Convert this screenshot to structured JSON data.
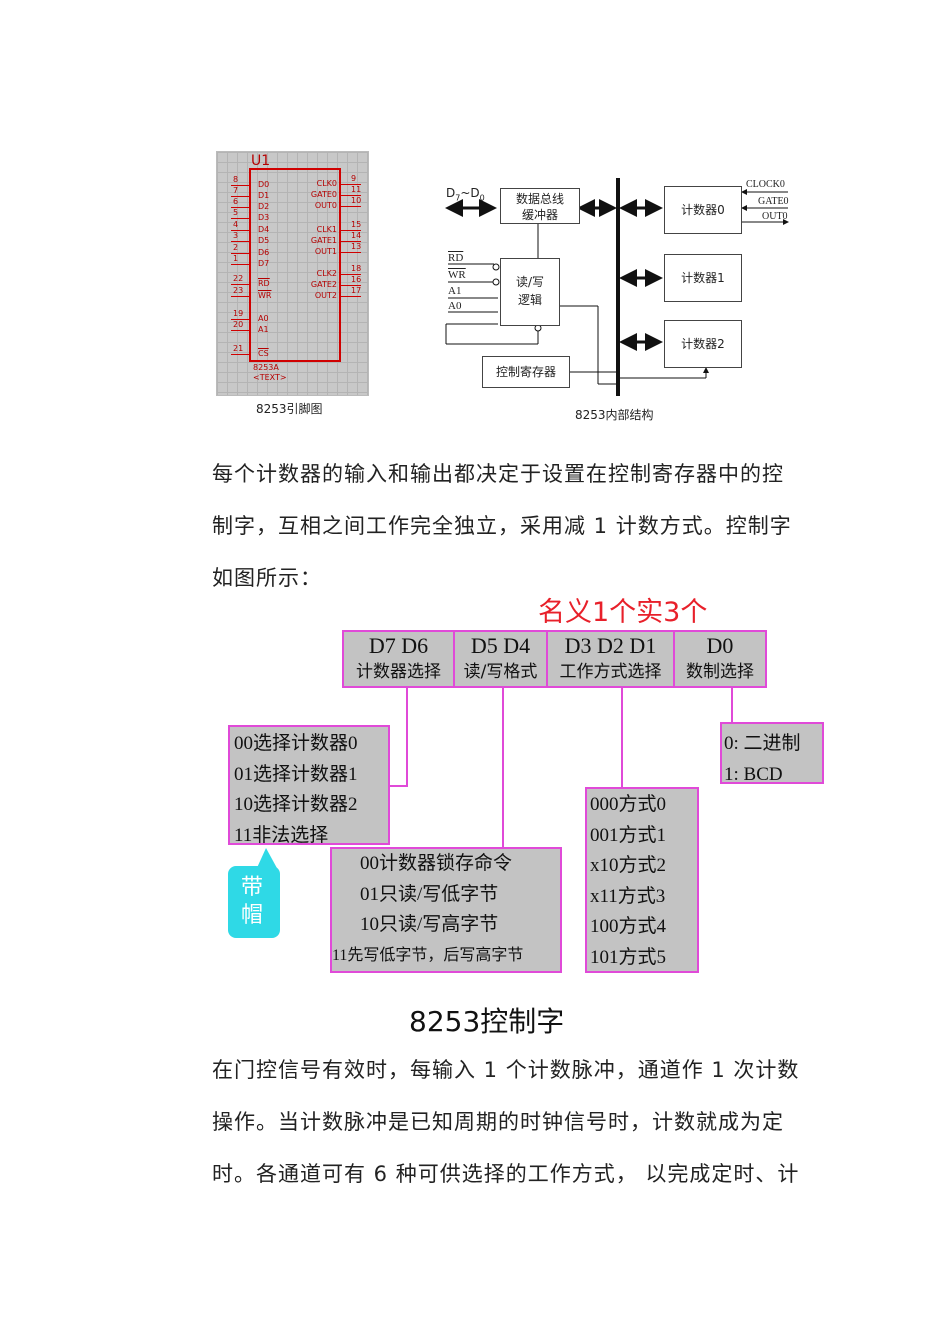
{
  "schematic": {
    "ref": "U1",
    "part": "8253A",
    "text_tag": "<TEXT>",
    "left_pins": [
      {
        "num": "8",
        "name": "D0"
      },
      {
        "num": "7",
        "name": "D1"
      },
      {
        "num": "6",
        "name": "D2"
      },
      {
        "num": "5",
        "name": "D3"
      },
      {
        "num": "4",
        "name": "D4"
      },
      {
        "num": "3",
        "name": "D5"
      },
      {
        "num": "2",
        "name": "D6"
      },
      {
        "num": "1",
        "name": "D7"
      },
      {
        "num": "22",
        "name": "RD"
      },
      {
        "num": "23",
        "name": "WR"
      },
      {
        "num": "19",
        "name": "A0"
      },
      {
        "num": "20",
        "name": "A1"
      },
      {
        "num": "21",
        "name": "CS"
      }
    ],
    "right_pins": [
      {
        "num": "9",
        "name": "CLK0"
      },
      {
        "num": "11",
        "name": "GATE0"
      },
      {
        "num": "10",
        "name": "OUT0"
      },
      {
        "num": "15",
        "name": "CLK1"
      },
      {
        "num": "14",
        "name": "GATE1"
      },
      {
        "num": "13",
        "name": "OUT1"
      },
      {
        "num": "18",
        "name": "CLK2"
      },
      {
        "num": "16",
        "name": "GATE2"
      },
      {
        "num": "17",
        "name": "OUT2"
      }
    ],
    "caption": "8253引脚图"
  },
  "structure": {
    "data_bus_label": "D",
    "data_bus_sub1": "7",
    "data_bus_tilde": "~D",
    "data_bus_sub2": "0",
    "buffer": "数据总线\n缓冲器",
    "rw_logic": "读/写\n逻辑",
    "control_reg": "控制寄存器",
    "counter0": "计数器0",
    "counter1": "计数器1",
    "counter2": "计数器2",
    "inputs": [
      "RD",
      "WR",
      "A1",
      "A0"
    ],
    "clock0": "CLOCK0",
    "gate0": "GATE0",
    "out0": "OUT0",
    "caption": "8253内部结构"
  },
  "paragraph1": [
    "每个计数器的输入和输出都决定于设置在控制寄存器中的控",
    "制字，互相之间工作完全独立，采用减 1 计数方式。控制字",
    "如图所示："
  ],
  "control_word": {
    "annotation": "名义1个实3个",
    "fields": [
      {
        "bits": "D7  D6",
        "label": "计数器选择"
      },
      {
        "bits": "D5  D4",
        "label": "读/写格式"
      },
      {
        "bits": "D3 D2 D1",
        "label": "工作方式选择"
      },
      {
        "bits": "D0",
        "label": "数制选择"
      }
    ],
    "counter_select": [
      "00选择计数器0",
      "01选择计数器1",
      "10选择计数器2",
      "11非法选择"
    ],
    "rw_format": [
      "00计数器锁存命令",
      "01只读/写低字节",
      "10只读/写高字节",
      "11先写低字节，后写高字节"
    ],
    "modes": [
      "000方式0",
      "001方式1",
      "x10方式2",
      "x11方式3",
      "100方式4",
      "101方式5"
    ],
    "radix": [
      "0: 二进制",
      "1: BCD"
    ],
    "callout": "带帽",
    "callout_color": "#2fd9e6",
    "border_color": "#e04ad8",
    "annotation_color": "#e8202a",
    "caption": "8253控制字"
  },
  "paragraph2": [
    "在门控信号有效时，每输入 1 个计数脉冲，通道作 1 次计数",
    "操作。当计数脉冲是已知周期的时钟信号时，计数就成为定",
    "时。各通道可有 6 种可供选择的工作方式，  以完成定时、计"
  ]
}
